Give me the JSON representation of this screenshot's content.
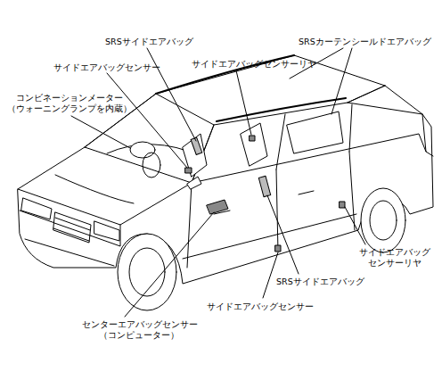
{
  "diagram": {
    "labels": [
      "SRSサイドエアバッグ",
      "SRSカーテンシールドエアバッグ",
      "サイドエアバッグセンサー",
      "サイドエアバッグセンサーリヤ",
      "コンビネーションメーター （ウォーニングランプを内蔵）",
      "サイドエアバッグ センサーリヤ",
      "SRSサイドエアバッグ",
      "サイドエアバッグセンサー",
      "センターエアバッグセンサー （コンピューター）"
    ]
  }
}
